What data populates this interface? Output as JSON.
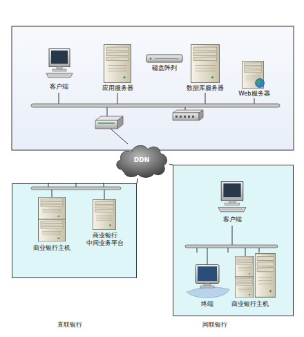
{
  "diagram": {
    "nodes": [
      {
        "text": [
          "客户端"
        ]
      },
      {
        "text": [
          "应用服务器"
        ]
      },
      {
        "text": [
          "磁盘阵列"
        ]
      },
      {
        "text": [
          "数据库服务器"
        ]
      },
      {
        "text": [
          "Web服务器"
        ]
      },
      {
        "text": [
          "DDN"
        ]
      },
      {
        "text": [
          "直联银行"
        ]
      },
      {
        "text": [
          "商业银行主机"
        ],
        "in": 6
      },
      {
        "text": [
          "商业银行 中间业务平台"
        ],
        "in": 6
      },
      {
        "text": [
          "间联银行"
        ]
      },
      {
        "text": [
          "客户端"
        ],
        "in": 9
      },
      {
        "text": [
          "终端"
        ],
        "in": 9
      },
      {
        "text": [
          "商业银行主机"
        ],
        "in": 9
      }
    ],
    "edges": [
      {
        "from": 5,
        "to": 6,
        "arrow": "none"
      },
      {
        "from": 5,
        "to": 9,
        "arrow": "none"
      }
    ]
  }
}
